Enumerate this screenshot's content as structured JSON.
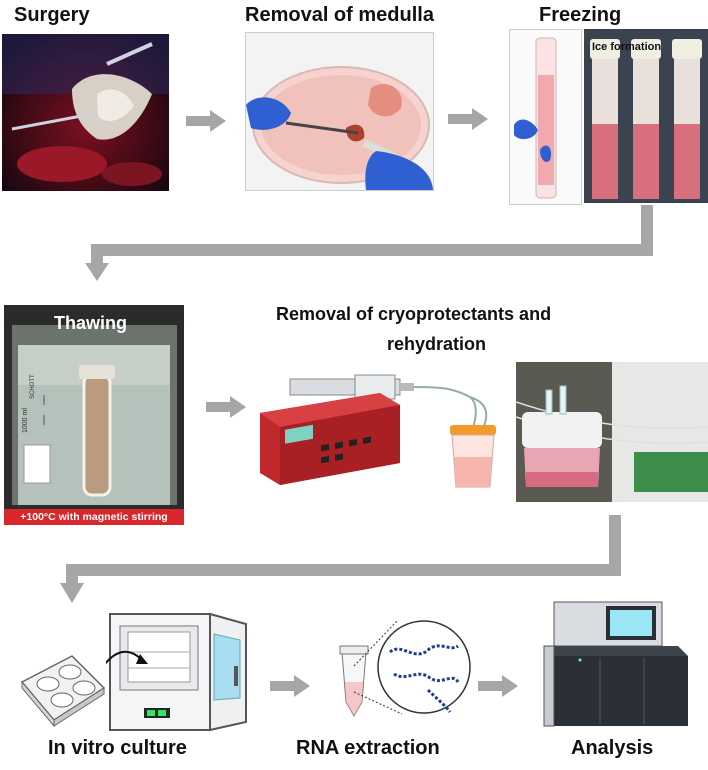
{
  "labels": {
    "surgery": "Surgery",
    "removal_medulla": "Removal of medulla",
    "freezing": "Freezing",
    "ice_formation": "Ice formation",
    "thawing": "Thawing",
    "thawing_condition": "+100°C with magnetic stirring",
    "removal_cryo_line1": "Removal of cryoprotectants and",
    "removal_cryo_line2": "rehydration",
    "in_vitro": "In vitro culture",
    "rna": "RNA extraction",
    "analysis": "Analysis"
  },
  "beaker_marks": {
    "brand": "SCHOTT",
    "volume": "1000 ml"
  },
  "colors": {
    "arrow": "#a6a6a6",
    "tissue_pink": "#e88a86",
    "pump_red": "#c0282c",
    "thawing_caption_bg": "#d9262b",
    "glove_blue": "#2f5fd0"
  }
}
